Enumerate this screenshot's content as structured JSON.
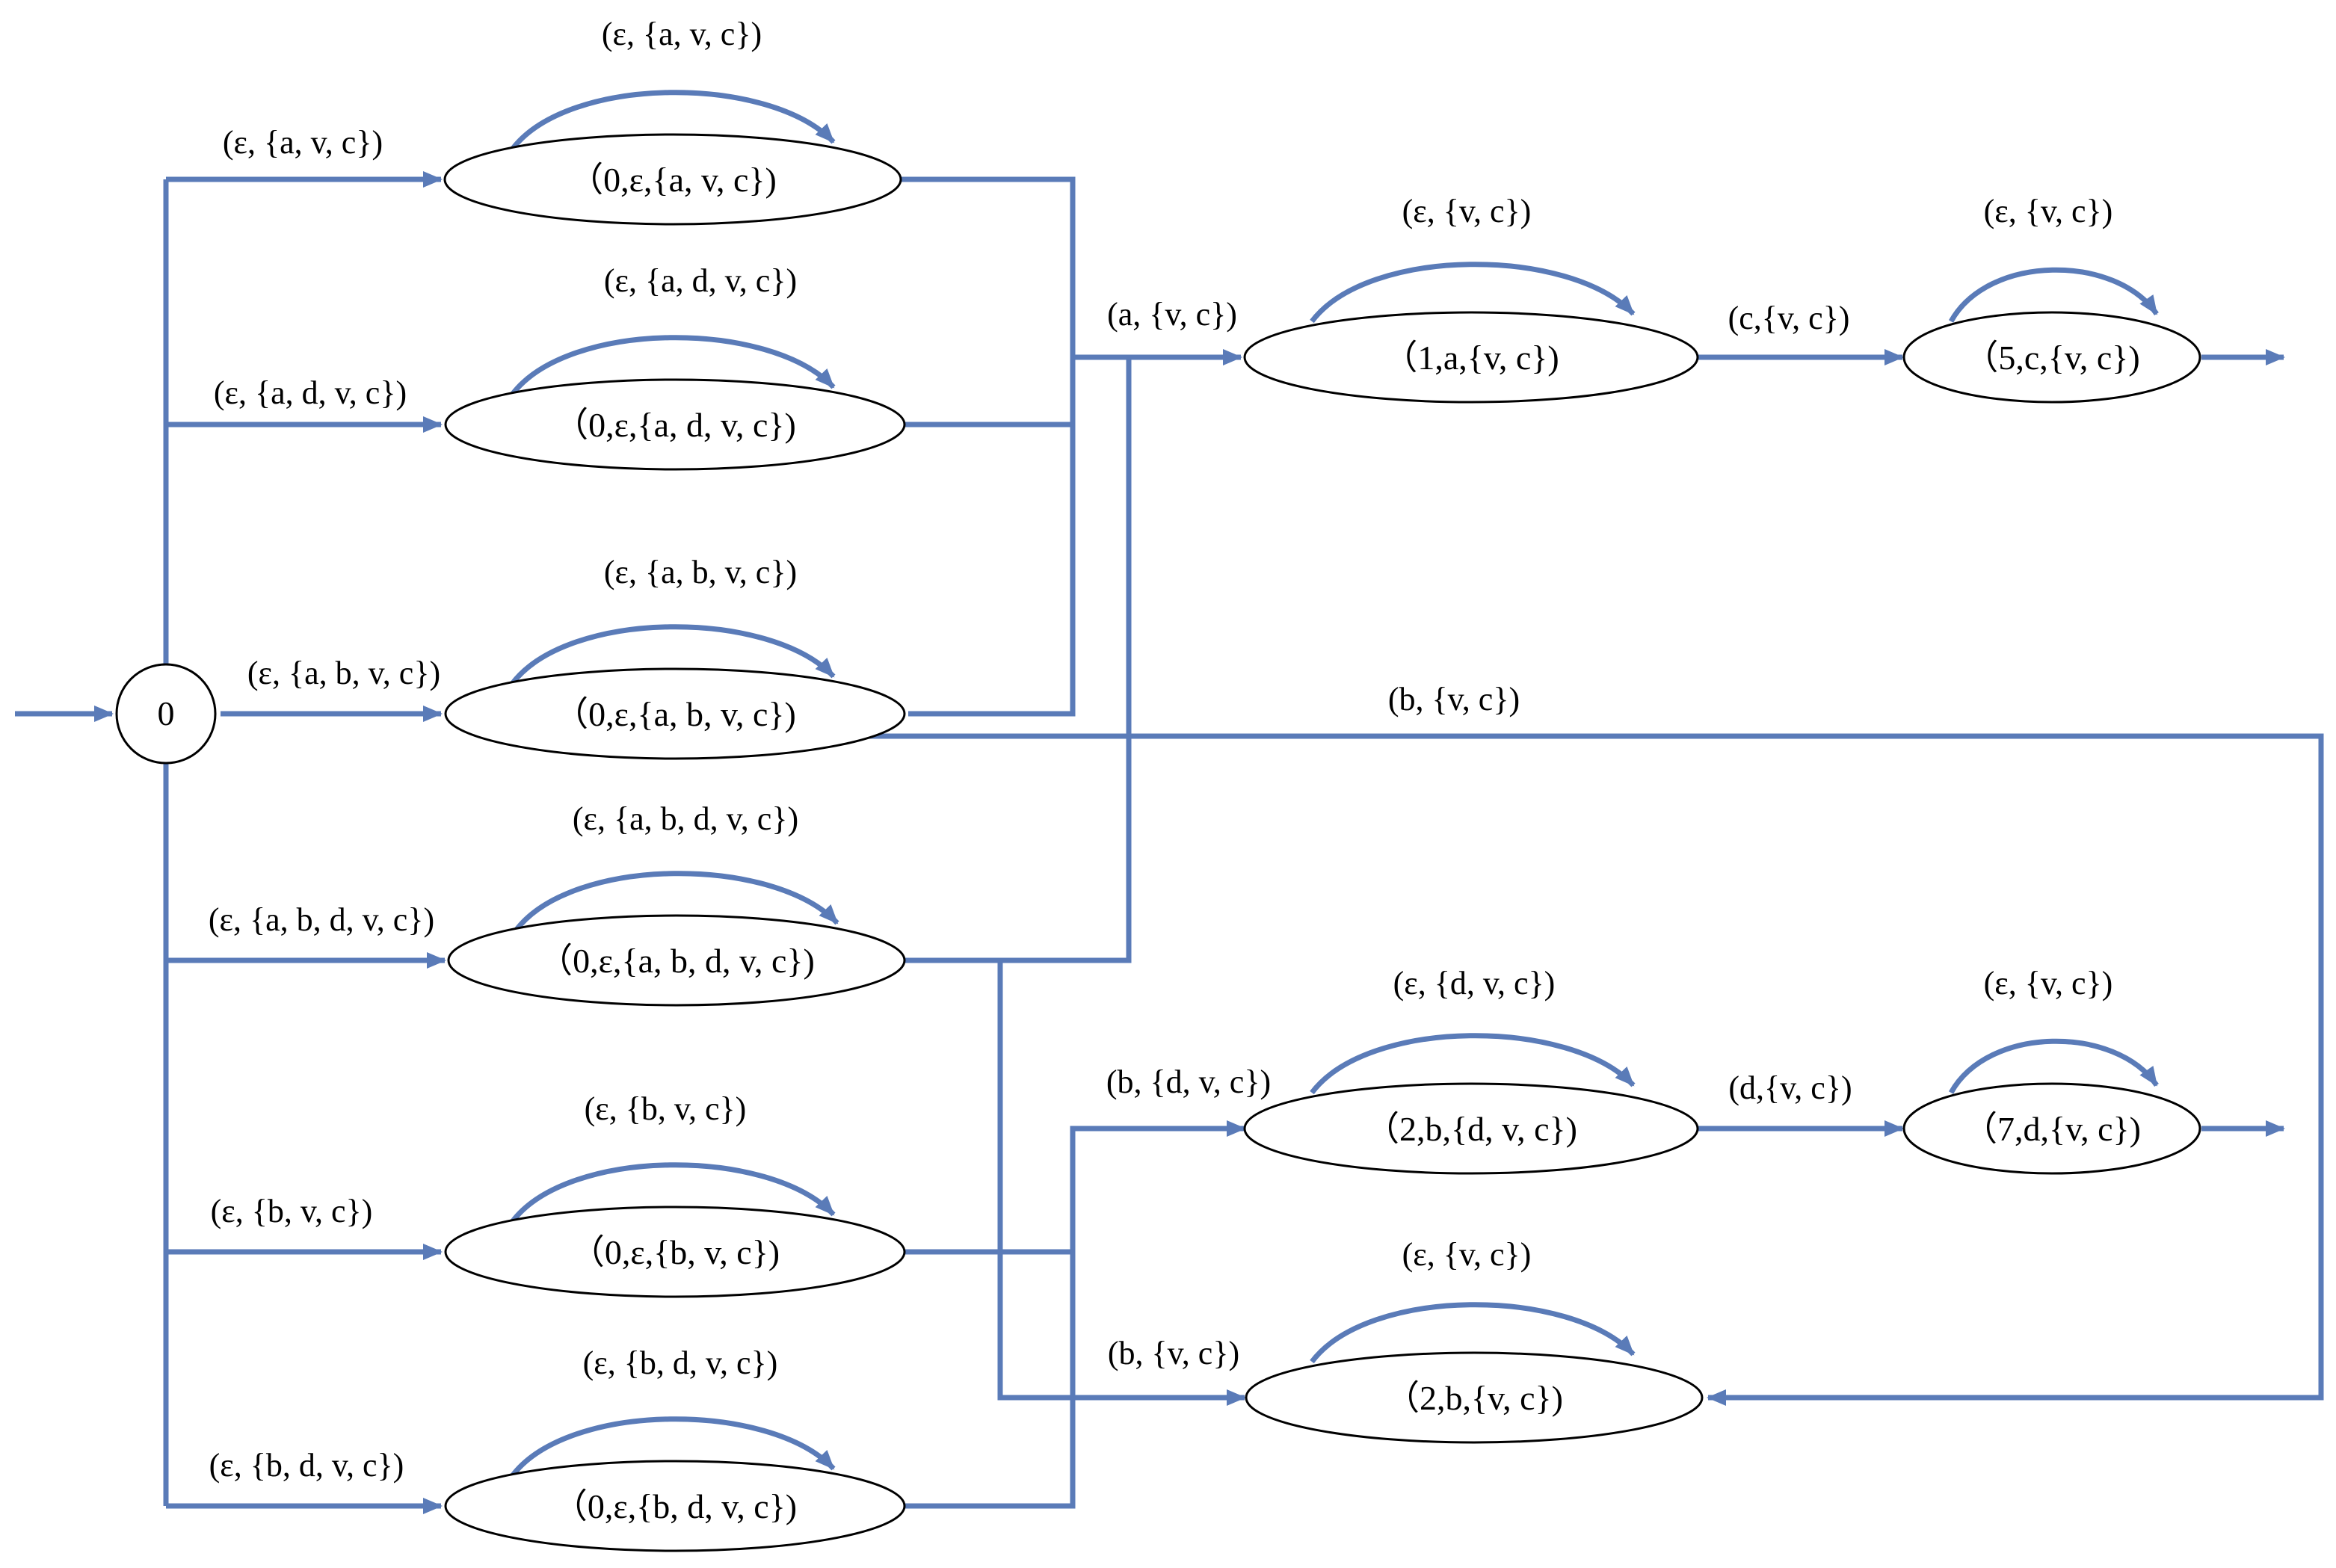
{
  "nodes": {
    "start": "0",
    "s_avc": "（0,ε,{a, v, c})",
    "s_advc": "（0,ε,{a, d, v, c})",
    "s_abvc": "（0,ε,{a, b, v, c})",
    "s_abdvc": "（0,ε,{a, b, d, v, c})",
    "s_bvc": "（0,ε,{b, v, c})",
    "s_bdvc": "（0,ε,{b, d, v, c})",
    "s1": "（1,a,{v, c})",
    "s5": "（5,c,{v, c})",
    "s2dvc": "（2,b,{d, v, c})",
    "s7": "（7,d,{v, c})",
    "s2vc": "（2,b,{v, c})"
  },
  "edge_labels": {
    "in_avc": "(ε, {a, v, c})",
    "in_advc": "(ε, {a, d, v, c})",
    "in_abvc": "(ε, {a, b, v, c})",
    "in_abdvc": "(ε, {a, b, d, v, c})",
    "in_bvc": "(ε, {b, v, c})",
    "in_bdvc": "(ε, {b, d, v, c})",
    "loop_avc": "(ε, {a, v, c})",
    "loop_advc": "(ε, {a, d, v, c})",
    "loop_abvc": "(ε, {a, b, v, c})",
    "loop_abdvc": "(ε, {a, b, d, v, c})",
    "loop_bvc": "(ε, {b, v, c})",
    "loop_bdvc": "(ε, {b, d, v, c})",
    "to_s1": "(a, {v, c})",
    "loop_s1": "(ε, {v, c})",
    "s1_to_s5": "(c,{v, c})",
    "loop_s5": "(ε, {v, c})",
    "to_s2dvc": "(b, {d, v, c})",
    "loop_s2dvc": "(ε, {d, v, c})",
    "s2dvc_to_s7": "(d,{v, c})",
    "loop_s7": "(ε, {v, c})",
    "to_s2vc": "(b, {v, c})",
    "loop_s2vc": "(ε, {v, c})",
    "abvc_to_s2vc": "(b, {v, c})"
  },
  "colors": {
    "edge": "#5a7bb8",
    "node_stroke": "#000000",
    "background": "#ffffff"
  }
}
